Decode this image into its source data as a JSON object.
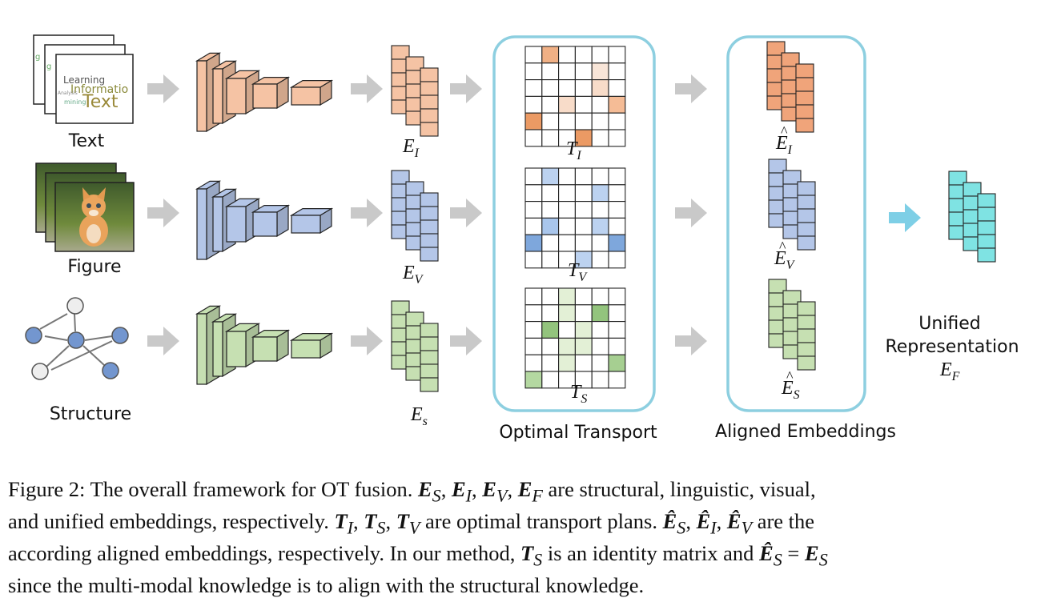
{
  "inputs": {
    "text_label": "Text",
    "figure_label": "Figure",
    "structure_label": "Structure",
    "wordcloud_words": [
      "Learning",
      "Informatio",
      "Text",
      "mining",
      "Analysis",
      "g"
    ]
  },
  "embeddings": {
    "text": "E_I",
    "figure": "E_V",
    "structure": "E_s"
  },
  "transport": {
    "title": "Optimal Transport",
    "plans": [
      "T_I",
      "T_V",
      "T_S"
    ]
  },
  "aligned": {
    "title": "Aligned Embeddings",
    "labels": [
      "Ê_I",
      "Ê_V",
      "Ê_S"
    ]
  },
  "unified": {
    "line1": "Unified",
    "line2": "Representation",
    "symbol": "E_F"
  },
  "colors": {
    "text_branch": "#f5c3a4",
    "text_dark": "#e9915a",
    "figure_branch": "#b4c6e8",
    "figure_dark": "#7396cf",
    "structure_branch": "#c6e0b2",
    "structure_dark": "#8fc07a",
    "unified": "#7fe3e3",
    "frame": "#8dcfe0",
    "arrow": "#c9c9c9",
    "arrow_final": "#7ecfe6"
  },
  "caption": {
    "l1_a": "Figure 2: The overall framework for OT fusion.",
    "l1_b": "are structural, linguistic, visual,",
    "l2_a": "and unified embeddings, respectively.",
    "l2_b": "are optimal transport plans.",
    "l2_c": "are the",
    "l3_a": "according aligned embeddings, respectively. In our method,",
    "l3_b": "is an identity matrix and",
    "l4": "since the multi-modal knowledge is to align with the structural knowledge."
  }
}
